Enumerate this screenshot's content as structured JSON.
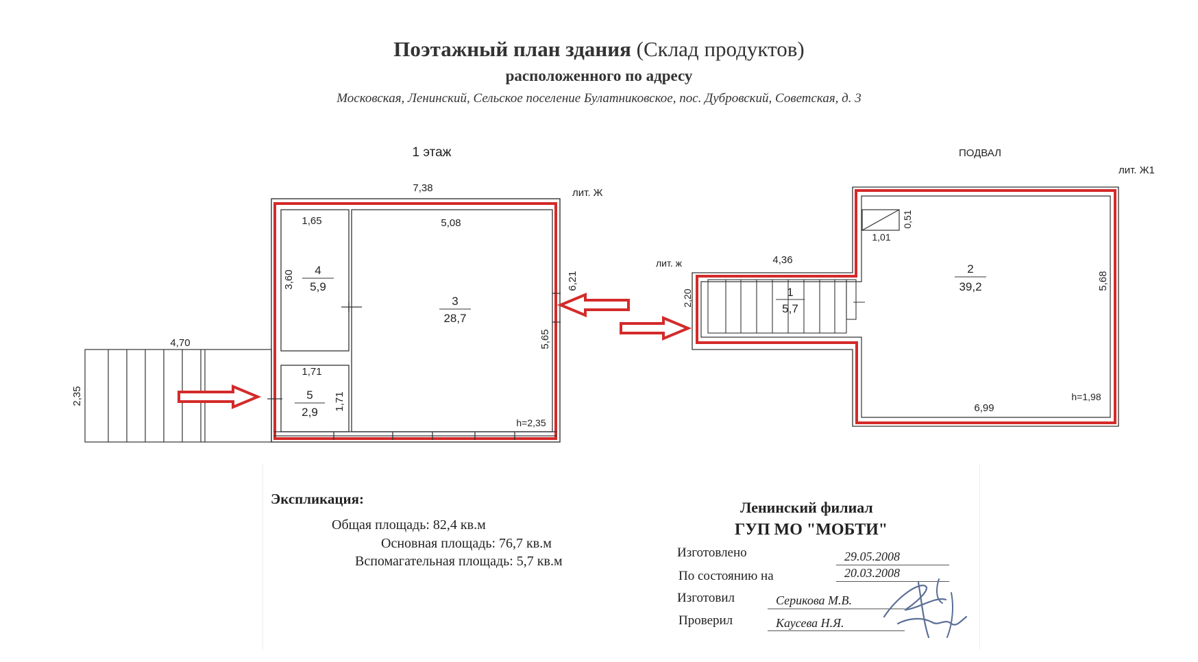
{
  "header": {
    "title_bold": "Поэтажный план здания",
    "title_rest": "(Склад продуктов)",
    "subtitle": "расположенного по адресу",
    "address": "Московская, Ленинский, Сельское поселение Булатниковское, пос. Дубровский, Советская, д. 3"
  },
  "floor1": {
    "label": "1 этаж",
    "litera": "лит. Ж",
    "outer_width": "7,38",
    "height_label": "h=2,35",
    "dims": {
      "room4_width": "1,65",
      "room4_height": "3,60",
      "room3_width": "5,08",
      "right_top": "6,21",
      "right_bottom": "5,65",
      "room5_width": "1,71",
      "room5_height": "1,71",
      "porch_width": "4,70",
      "porch_height": "2,35"
    },
    "rooms": [
      {
        "number": "4",
        "area": "5,9"
      },
      {
        "number": "3",
        "area": "28,7"
      },
      {
        "number": "5",
        "area": "2,9"
      }
    ]
  },
  "basement": {
    "label": "ПОДВАЛ",
    "litera_main": "лит. Ж1",
    "litera_stair": "лит. ж",
    "stair_width": "4,36",
    "stair_height": "2,20",
    "right_height": "5,68",
    "bottom_width": "6,99",
    "niche_w": "1,01",
    "niche_h": "0,51",
    "height_label": "h=1,98",
    "rooms": [
      {
        "number": "1",
        "area": "5,7"
      },
      {
        "number": "2",
        "area": "39,2"
      }
    ]
  },
  "explication": {
    "title": "Экспликация:",
    "total": "Общая площадь:  82,4 кв.м",
    "main": "Основная площадь:  76,7 кв.м",
    "aux": "Вспомагательная площадь:  5,7 кв.м"
  },
  "stamp": {
    "branch": "Ленинский филиал",
    "org": "ГУП МО \"МОБТИ\"",
    "made_label": "Изготовлено",
    "made_date": "29.05.2008",
    "state_label": "По состоянию на",
    "state_date": "20.03.2008",
    "maker_label": "Изготовил",
    "maker_name": "Серикова М.В.",
    "checker_label": "Проверил",
    "checker_name": "Каусева Н.Я."
  },
  "colors": {
    "highlight": "#d42a2a",
    "lines": "#333333"
  }
}
